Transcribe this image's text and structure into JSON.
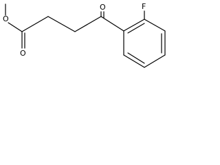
{
  "molecule": {
    "atoms": [
      {
        "id": "O_methoxy",
        "label": "O"
      },
      {
        "id": "O_ester_carbonyl",
        "label": "O"
      },
      {
        "id": "O_ketone",
        "label": "O"
      },
      {
        "id": "F",
        "label": "F"
      }
    ]
  },
  "colors": {
    "line": "#000000",
    "background": "#ffffff"
  }
}
